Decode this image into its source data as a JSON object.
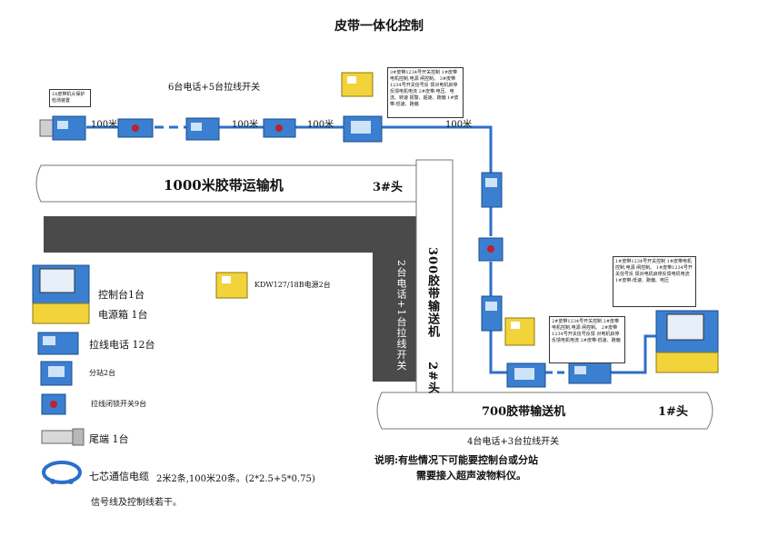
{
  "title": "皮带一体化控制",
  "top_section": {
    "label": "6台电话+5台拉线开关",
    "distances": [
      "100米",
      "100米",
      "100米",
      "100米"
    ],
    "left_device_note": "18皮带机头保护 检测装置"
  },
  "belts": {
    "b1000": {
      "name": "1000米胶带运输机",
      "head": "3#头"
    },
    "b300": {
      "name": "300胶带输送机",
      "head": "2#头",
      "side_note": "2台电话+1台拉线开关"
    },
    "b700": {
      "name": "700胶带输送机",
      "head": "1#头",
      "bottom_note": "4台电话+3台拉线开关"
    }
  },
  "power_device_label": "KDW127/18B电源2台",
  "legend": [
    {
      "label": "控制台1台"
    },
    {
      "label": "电源箱 1台"
    },
    {
      "label": "拉线电话 12台"
    },
    {
      "label": "分站2台"
    },
    {
      "label": "拉线闭锁开关9台"
    },
    {
      "label": "尾端 1台"
    },
    {
      "label": "七芯通信电缆",
      "detail": "2米2条,100米20条。(2*2.5+5*0.75)"
    },
    {
      "label": "信号线及控制线若干。"
    }
  ],
  "note": {
    "line1": "说明:有些情况下可能要控制台或分站",
    "line2": "需要接入超声波物料仪。"
  },
  "annotations": {
    "top": "3#皮带1234号开关控制 1#皮带电机控制,电源 闸控制。 3#皮带1234号开关信号反 馈对电机启停反馈电机电流 2#皮带:电压、电流、转速 报警、超速、跑偏 1#皮带:低速、跑偏",
    "mid": "2#皮带1234号开关控制 2#皮带电机控制,电源 闸控制。 2#皮带1234号开关信号反馈 对电机启停反馈电机电流 2#皮带:低速、跑偏",
    "right": "1#皮带1234号开关控制 1#皮带电机控制,电源 闸控制。 1#皮带1234号开关信号反 馈对电机启停反馈电机电流 1#皮带:低速、跑偏、电压"
  },
  "colors": {
    "cable": "#2b6fc9",
    "device_blue": "#3b7fd0",
    "device_yellow": "#f2d33a",
    "wall": "#4a4a4a"
  }
}
